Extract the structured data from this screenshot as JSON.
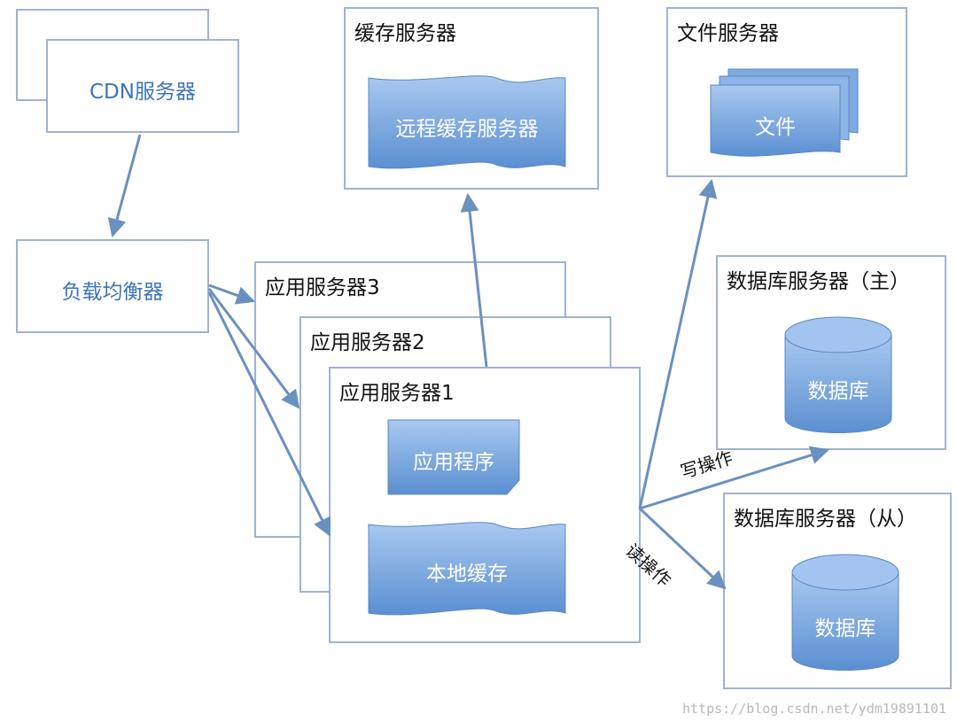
{
  "nodes": {
    "cdn": "CDN服务器",
    "load_balancer": "负载均衡器",
    "cache_server": "缓存服务器",
    "remote_cache": "远程缓存服务器",
    "file_server": "文件服务器",
    "file": "文件",
    "app_server_3": "应用服务器3",
    "app_server_2": "应用服务器2",
    "app_server_1": "应用服务器1",
    "application": "应用程序",
    "local_cache": "本地缓存",
    "db_master": "数据库服务器（主）",
    "db_master_store": "数据库",
    "db_slave": "数据库服务器（从）",
    "db_slave_store": "数据库"
  },
  "edges": {
    "write_label": "写操作",
    "read_label": "读操作"
  },
  "watermark": "https://blog.csdn.net/ydm19891101",
  "colors": {
    "border": "#9fb3cf",
    "arrow": "#6a90bf",
    "label_blue": "#3d74b8",
    "shape_light": "#9cc0ec",
    "shape_dark": "#5a8fd0"
  }
}
